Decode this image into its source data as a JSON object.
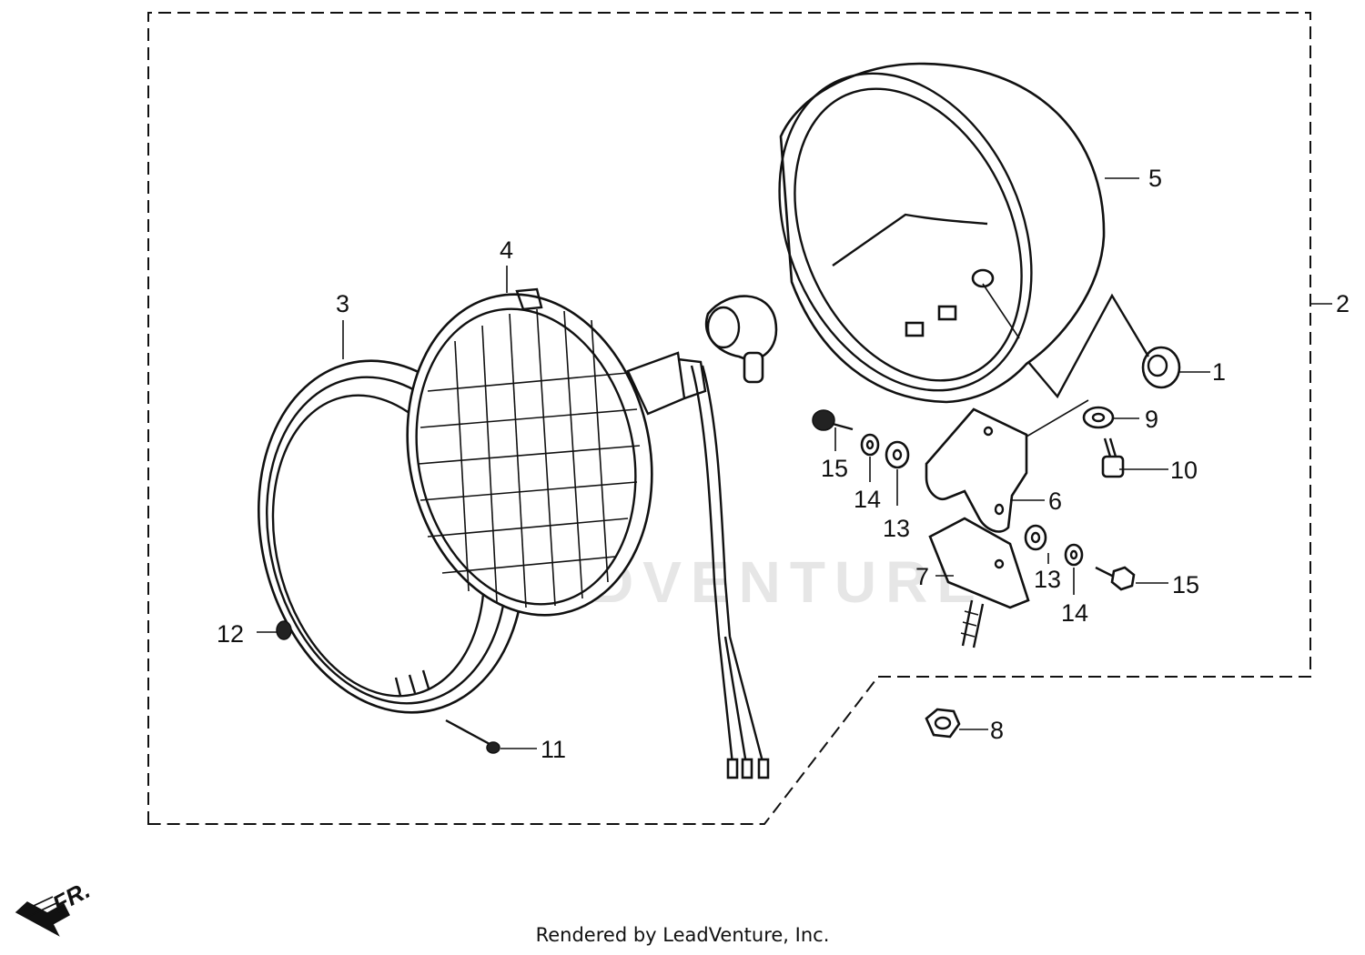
{
  "diagram": {
    "watermark": "LEADVENTURE",
    "direction_label": "FR.",
    "parts": [
      {
        "key": "1",
        "label": "1"
      },
      {
        "key": "2",
        "label": "2"
      },
      {
        "key": "3",
        "label": "3"
      },
      {
        "key": "4",
        "label": "4"
      },
      {
        "key": "5",
        "label": "5"
      },
      {
        "key": "6",
        "label": "6"
      },
      {
        "key": "7",
        "label": "7"
      },
      {
        "key": "8",
        "label": "8"
      },
      {
        "key": "9",
        "label": "9"
      },
      {
        "key": "10",
        "label": "10"
      },
      {
        "key": "11",
        "label": "11"
      },
      {
        "key": "12",
        "label": "12"
      },
      {
        "key": "13a",
        "label": "13"
      },
      {
        "key": "13b",
        "label": "13"
      },
      {
        "key": "14a",
        "label": "14"
      },
      {
        "key": "14b",
        "label": "14"
      },
      {
        "key": "15a",
        "label": "15"
      },
      {
        "key": "15b",
        "label": "15"
      }
    ]
  },
  "footer": {
    "text": "Rendered by LeadVenture, Inc."
  }
}
